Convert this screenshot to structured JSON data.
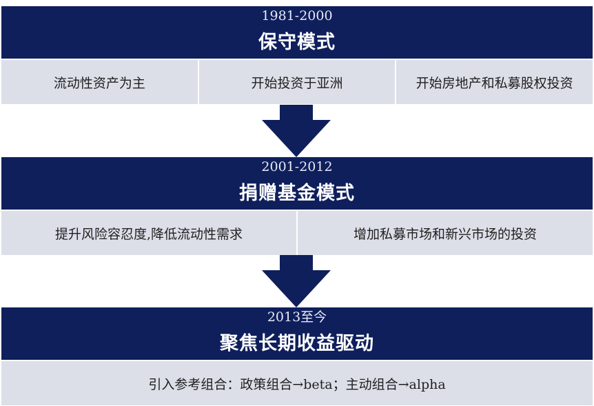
{
  "stages": [
    {
      "period": "1981-2000",
      "title": "保守模式",
      "items": [
        "流动性资产为主",
        "开始投资于亚洲",
        "开始房地产和私募股权投资"
      ]
    },
    {
      "period": "2001-2012",
      "title": "捐赠基金模式",
      "items": [
        "提升风险容忍度,降低流动性需求",
        "增加私募市场和新兴市场的投资"
      ]
    },
    {
      "period": "2013至今",
      "title": "聚焦长期收益驱动",
      "items": [
        "引入参考组合：政策组合→beta；主动组合→alpha"
      ]
    }
  ],
  "colors": {
    "header": "#0f1f5c",
    "row": "#dcdfe8",
    "arrow": "#0f1f5c"
  }
}
